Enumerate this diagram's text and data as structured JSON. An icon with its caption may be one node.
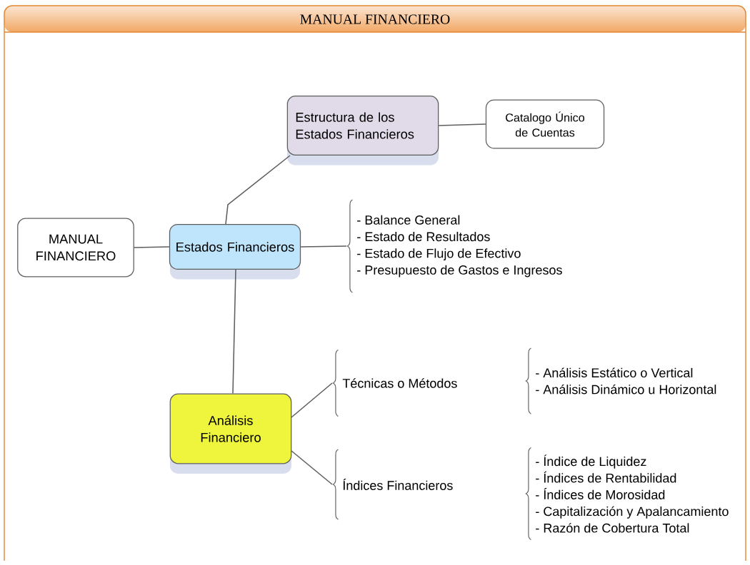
{
  "diagram": {
    "nodes": [
      {
        "text": [
          "MANUAL FINANCIERO"
        ]
      },
      {
        "text": [
          "MANUAL FINANCIERO"
        ],
        "in": 0
      },
      {
        "text": [
          "Estados Financieros"
        ],
        "in": 0
      },
      {
        "text": [
          "Estructura de los Estados Financieros"
        ],
        "in": 0
      },
      {
        "text": [
          "Catalogo Único de Cuentas"
        ],
        "in": 0
      },
      {
        "text": [
          "- Balance General",
          "- Estado de Resultados",
          "- Estado de Flujo de Efectivo",
          "- Presupuesto de Gastos e Ingresos"
        ],
        "in": 0
      },
      {
        "text": [
          "Análisis Financiero"
        ],
        "in": 0
      },
      {
        "text": [
          "Técnicas o Métodos"
        ],
        "in": 0
      },
      {
        "text": [
          "- Análisis Estático o Vertical",
          "- Análisis Dinámico u Horizontal"
        ],
        "in": 0
      },
      {
        "text": [
          "Índices Financieros"
        ],
        "in": 0
      },
      {
        "text": [
          "- Índice de Liquidez",
          "- Índices de Rentabilidad",
          "- Índices de Morosidad",
          "- Capitalización y Apalancamiento",
          "- Razón de Cobertura Total"
        ],
        "in": 0
      }
    ],
    "edges": [
      {
        "from": 1,
        "to": 2,
        "arrow": "none"
      },
      {
        "from": 2,
        "to": 3,
        "arrow": "none"
      },
      {
        "from": 3,
        "to": 4,
        "arrow": "none"
      },
      {
        "from": 2,
        "to": 5,
        "arrow": "none"
      },
      {
        "from": 2,
        "to": 6,
        "arrow": "none"
      },
      {
        "from": 6,
        "to": 7,
        "arrow": "none"
      },
      {
        "from": 6,
        "to": 9,
        "arrow": "none"
      }
    ]
  }
}
